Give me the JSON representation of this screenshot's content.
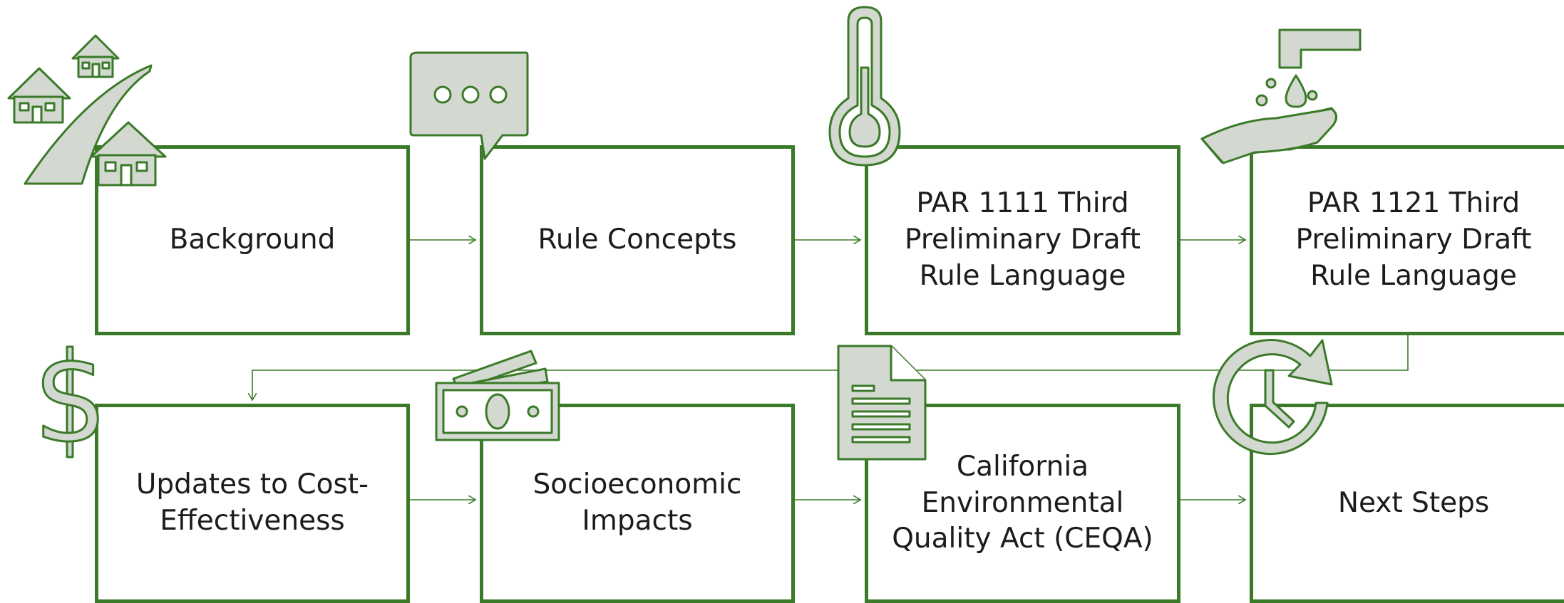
{
  "steps": [
    {
      "label": "Background"
    },
    {
      "label": "Rule Concepts"
    },
    {
      "label": "PAR 1111 Third Preliminary Draft Rule Language"
    },
    {
      "label": "PAR 1121 Third Preliminary Draft Rule Language"
    },
    {
      "label": "Updates to Cost-Effectiveness"
    },
    {
      "label": "Socioeconomic Impacts"
    },
    {
      "label": "California Environmental Quality Act (CEQA)"
    },
    {
      "label": "Next Steps"
    }
  ],
  "icons": [
    "houses-icon",
    "speech-bubble-icon",
    "thermometer-icon",
    "water-hand-icon",
    "dollar-icon",
    "money-stack-icon",
    "document-icon",
    "clock-refresh-icon"
  ],
  "colors": {
    "stroke": "#3a7a28",
    "fill": "#d3d8d0",
    "text": "#1c1c1c"
  }
}
